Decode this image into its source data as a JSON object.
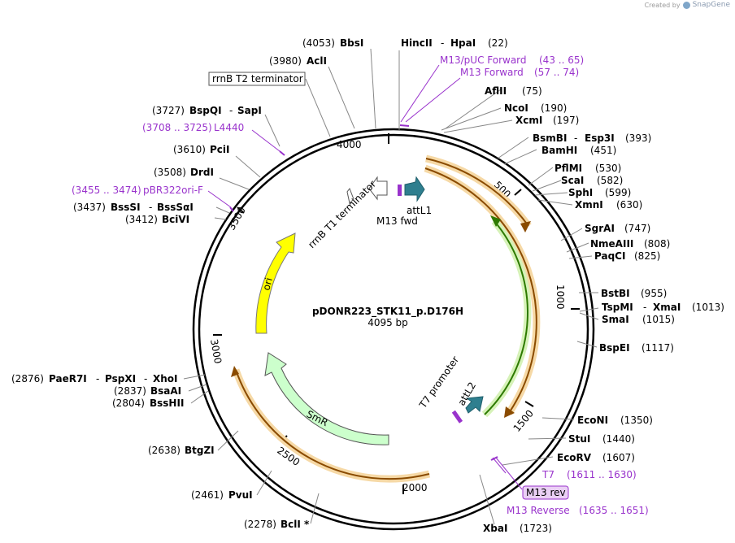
{
  "credit": {
    "created_by": "Created by",
    "brand": "SnapGene"
  },
  "plasmid": {
    "name": "pDONR223_STK11_p.D176H",
    "length": "4095 bp"
  },
  "ticks": [
    "4000",
    "500",
    "1000",
    "1500",
    "2000",
    "2500",
    "3000",
    "3500"
  ],
  "enzymes_right": [
    {
      "name": "HincII",
      "name2": "HpaI",
      "pos": "(22)"
    },
    {
      "name": "AflII",
      "pos": "(75)"
    },
    {
      "name": "NcoI",
      "pos": "(190)"
    },
    {
      "name": "XcmI",
      "pos": "(197)"
    },
    {
      "name": "BsmBI",
      "name2": "Esp3I",
      "pos": "(393)"
    },
    {
      "name": "BamHI",
      "pos": "(451)"
    },
    {
      "name": "PflMI",
      "pos": "(530)"
    },
    {
      "name": "ScaI",
      "pos": "(582)"
    },
    {
      "name": "SphI",
      "pos": "(599)"
    },
    {
      "name": "XmnI",
      "pos": "(630)"
    },
    {
      "name": "SgrAI",
      "pos": "(747)"
    },
    {
      "name": "NmeAIII",
      "pos": "(808)"
    },
    {
      "name": "PaqCI",
      "pos": "(825)"
    },
    {
      "name": "BstBI",
      "pos": "(955)"
    },
    {
      "name": "TspMI",
      "name2": "XmaI",
      "pos": "(1013)"
    },
    {
      "name": "SmaI",
      "pos": "(1015)"
    },
    {
      "name": "BspEI",
      "pos": "(1117)"
    },
    {
      "name": "EcoNI",
      "pos": "(1350)"
    },
    {
      "name": "StuI",
      "pos": "(1440)"
    },
    {
      "name": "EcoRV",
      "pos": "(1607)"
    },
    {
      "name": "XbaI",
      "pos": "(1723)"
    }
  ],
  "enzymes_left": [
    {
      "name": "BbsI",
      "pos": "(4053)"
    },
    {
      "name": "AclI",
      "pos": "(3980)"
    },
    {
      "name": "BspQI",
      "name2": "SapI",
      "pos": "(3727)"
    },
    {
      "name": "PciI",
      "pos": "(3610)"
    },
    {
      "name": "DrdI",
      "pos": "(3508)"
    },
    {
      "name": "BssSI",
      "name2": "BssSαI",
      "pos": "(3437)"
    },
    {
      "name": "BciVI",
      "pos": "(3412)"
    },
    {
      "name": "PaeR7I",
      "name2": "PspXI",
      "name3": "XhoI",
      "pos": "(2876)"
    },
    {
      "name": "BsaAI",
      "pos": "(2837)"
    },
    {
      "name": "BssHII",
      "pos": "(2804)"
    },
    {
      "name": "BtgZI",
      "pos": "(2638)"
    },
    {
      "name": "PvuI",
      "pos": "(2461)"
    },
    {
      "name": "BclI *",
      "pos": "(2278)"
    }
  ],
  "primers": [
    {
      "name": "M13/pUC Forward",
      "range": "(43 .. 65)"
    },
    {
      "name": "M13 Forward",
      "range": "(57 .. 74)"
    },
    {
      "name": "L4440",
      "range": "(3708 .. 3725)"
    },
    {
      "name": "pBR322ori-F",
      "range": "(3455 .. 3474)"
    },
    {
      "name": "T7",
      "range": "(1611 .. 1630)"
    },
    {
      "name": "M13 rev"
    },
    {
      "name": "M13 Reverse",
      "range": "(1635 .. 1651)"
    }
  ],
  "features": {
    "rrnb_t2": "rrnB T2 terminator",
    "rrnb_t1": "rrnB T1 terminator",
    "attl1": "attL1",
    "m13fwd": "M13 fwd",
    "ori": "ori",
    "smr": "SmR",
    "t7prom": "T7 promoter",
    "attl2": "attL2"
  },
  "colors": {
    "ori": "#ffff00",
    "smr": "#ccffcc",
    "orf_orange": "#f5a623",
    "orf_green": "#66cc00",
    "attl": "#2f7f8f",
    "primer": "#9933cc"
  }
}
